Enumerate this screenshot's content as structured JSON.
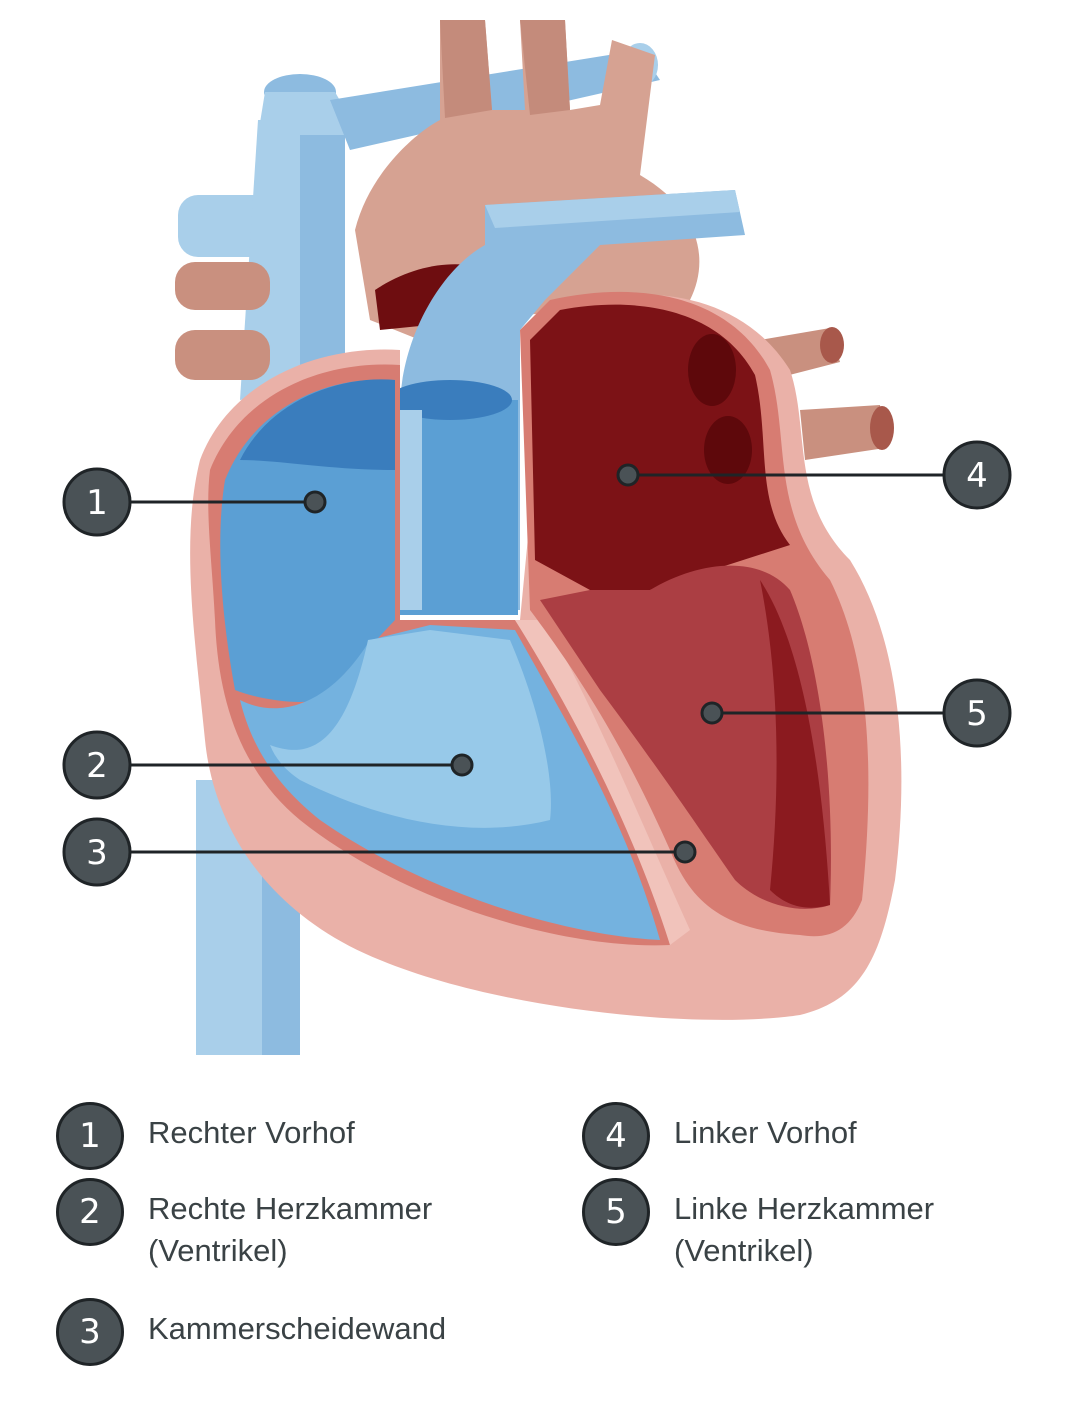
{
  "callouts": [
    {
      "number": "1"
    },
    {
      "number": "2"
    },
    {
      "number": "3"
    },
    {
      "number": "4"
    },
    {
      "number": "5"
    }
  ],
  "legend": [
    {
      "number": "1",
      "label": "Rechter Vorhof",
      "label2": ""
    },
    {
      "number": "2",
      "label": "Rechte Herzkammer",
      "label2": "(Ventrikel)"
    },
    {
      "number": "3",
      "label": "Kammerscheidewand",
      "label2": ""
    },
    {
      "number": "4",
      "label": "Linker Vorhof",
      "label2": ""
    },
    {
      "number": "5",
      "label": "Linke Herzkammer",
      "label2": "(Ventrikel)"
    }
  ],
  "colors": {
    "badge": "#4a5256",
    "deoxygenated_blue": "#5b9fd4",
    "oxygenated_red": "#8b1a1f",
    "muscle_pink": "#eab1a8",
    "artery_tan": "#c9907f"
  }
}
